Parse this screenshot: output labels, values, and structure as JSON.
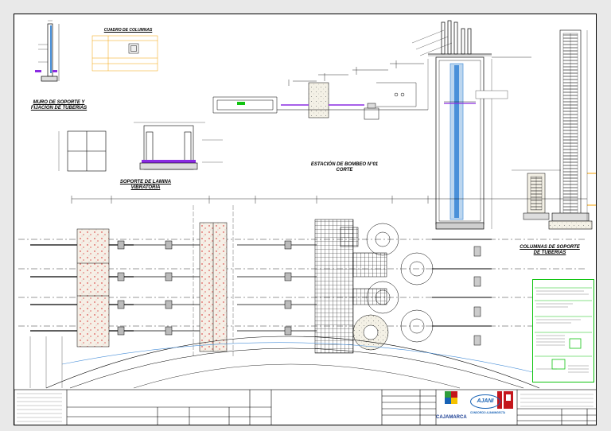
{
  "drawing": {
    "titles": {
      "muro": "MURO DE SOPORTE Y FIJACIÓN DE TUBERÍAS",
      "cuadro": "CUADRO DE COLUMNAS",
      "lamina": "SOPORTE DE LAMINA VIBRATORIA",
      "estacion": "ESTACIÓN DE BOMBEO N°01",
      "corte": "CORTE",
      "columnas": "COLUMNAS DE SOPORTE DE TUBERÍAS"
    },
    "colors": {
      "ink": "#000000",
      "green_note": "#11c411",
      "purple_pipe": "#8a2be2",
      "blue_pipe": "#4a90d9",
      "orange_dim": "#f5a000",
      "red_dot": "#d01010",
      "logo_blue": "#1762b5",
      "logo_red": "#c4161c"
    }
  },
  "title_block": {
    "logos": {
      "cajamarca": "CAJAMARCA",
      "ajani": "AJANI",
      "consorcio": "CONSORCIO AJANIINGECTA"
    }
  }
}
